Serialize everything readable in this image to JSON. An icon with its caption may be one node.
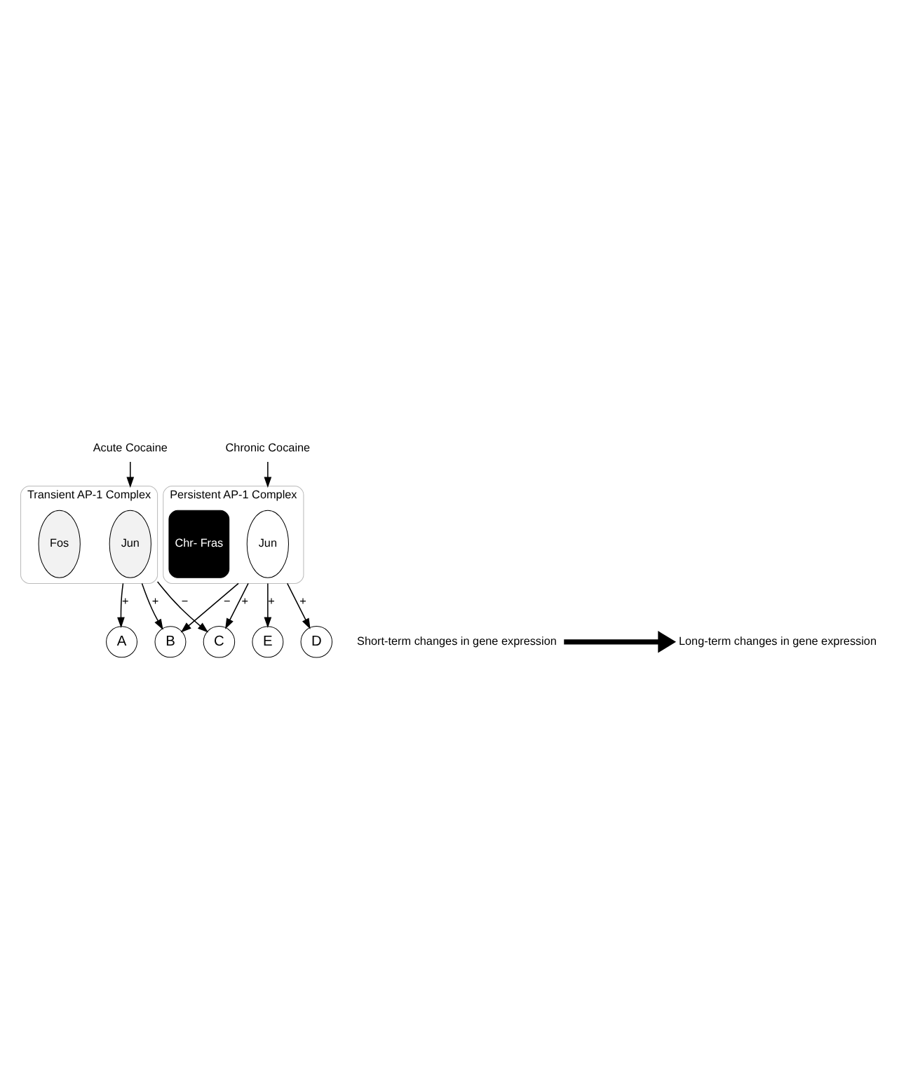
{
  "diagram": {
    "nodes": [
      {
        "text": [
          "Acute Cocaine"
        ]
      },
      {
        "text": [
          "Transient AP-1 Complex"
        ]
      },
      {
        "text": [
          "Jun"
        ],
        "in": 1
      },
      {
        "text": [
          "Fos"
        ],
        "in": 1
      },
      {
        "text": [
          "Chronic Cocaine"
        ]
      },
      {
        "text": [
          "Persistent AP-1 Complex"
        ]
      },
      {
        "text": [
          "Jun"
        ],
        "in": 5
      },
      {
        "text": [
          "Chr- Fras"
        ],
        "in": 5
      },
      {
        "text": [
          "A"
        ]
      },
      {
        "text": [
          "B"
        ]
      },
      {
        "text": [
          "C"
        ]
      },
      {
        "text": [
          "D"
        ]
      },
      {
        "text": [
          "E"
        ]
      },
      {
        "text": [
          "Short-term changes in gene expression"
        ]
      },
      {
        "text": [
          "Long-term changes in gene expression"
        ]
      }
    ],
    "edges": [
      {
        "from": 0,
        "to": 1,
        "arrow": "to"
      },
      {
        "from": 4,
        "to": 5,
        "arrow": "to"
      },
      {
        "from": 1,
        "to": 8,
        "arrow": "to",
        "label": "+"
      },
      {
        "from": 1,
        "to": 9,
        "arrow": "to",
        "label": "+"
      },
      {
        "from": 1,
        "to": 10,
        "arrow": "to",
        "label": "−"
      },
      {
        "from": 5,
        "to": 9,
        "arrow": "to",
        "label": "−"
      },
      {
        "from": 5,
        "to": 10,
        "arrow": "to",
        "label": "+"
      },
      {
        "from": 5,
        "to": 11,
        "arrow": "to",
        "label": "+"
      },
      {
        "from": 5,
        "to": 12,
        "arrow": "to",
        "label": "+"
      },
      {
        "from": 13,
        "to": 14,
        "arrow": "to",
        "style": "thick"
      }
    ]
  }
}
